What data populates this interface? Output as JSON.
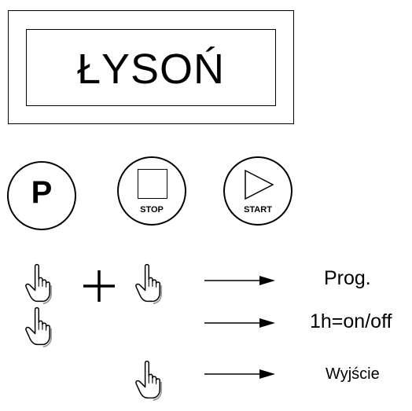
{
  "display": {
    "text": "ŁYSOŃ"
  },
  "buttons": {
    "p": {
      "label": "P"
    },
    "stop": {
      "caption": "STOP"
    },
    "start": {
      "caption": "START"
    }
  },
  "legend": {
    "program": "Prog.",
    "hour_toggle": "1h=on/off",
    "exit": "Wyjście"
  }
}
